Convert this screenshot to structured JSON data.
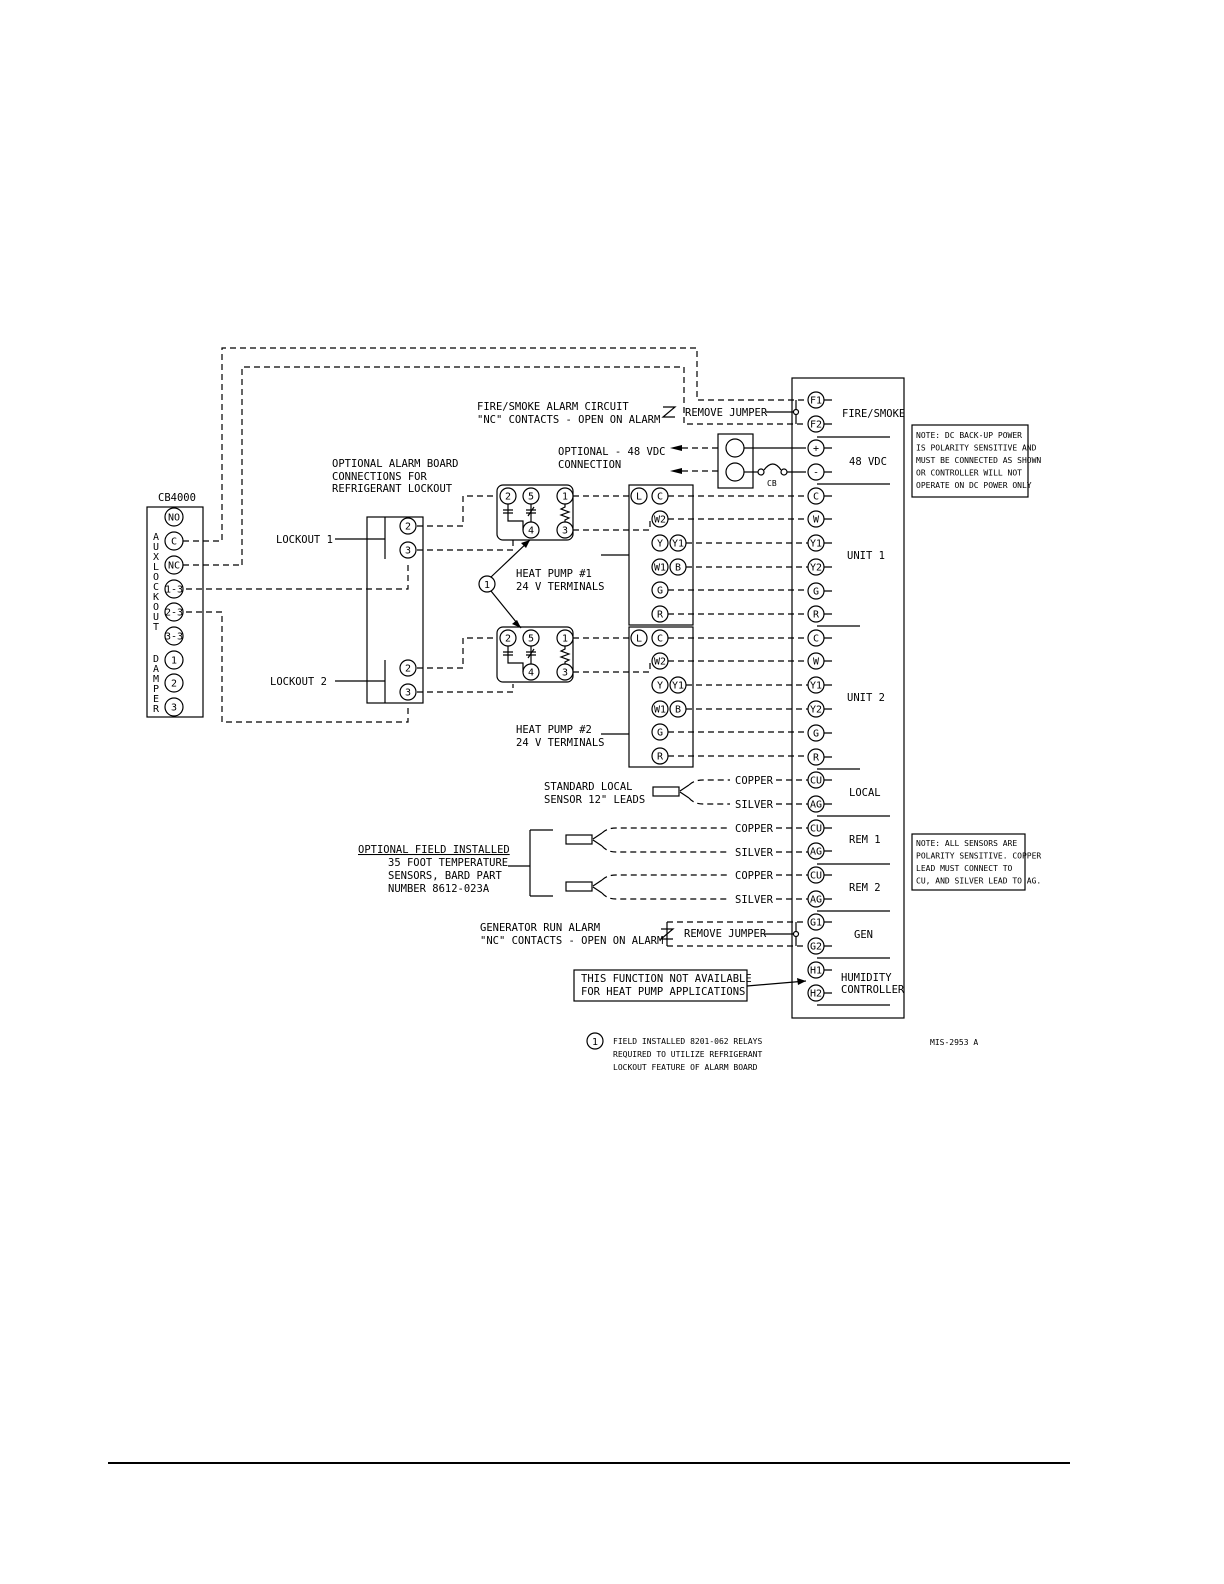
{
  "labels": {
    "fire_smoke_circuit_1": "FIRE/SMOKE ALARM CIRCUIT",
    "fire_smoke_circuit_2": "\"NC\" CONTACTS - OPEN ON ALARM",
    "remove_jumper": "REMOVE JUMPER",
    "opt48_1": "OPTIONAL - 48 VDC",
    "opt48_2": "CONNECTION",
    "cb": "CB",
    "alarm_board_1": "OPTIONAL ALARM BOARD",
    "alarm_board_2": "CONNECTIONS FOR",
    "alarm_board_3": "REFRIGERANT LOCKOUT",
    "cb4000": "CB4000",
    "lockout1": "LOCKOUT 1",
    "lockout2": "LOCKOUT 2",
    "hp1_1": "HEAT PUMP #1",
    "hp1_2": "24 V TERMINALS",
    "hp2_1": "HEAT PUMP #2",
    "hp2_2": "24 V TERMINALS",
    "std_sensor_1": "STANDARD LOCAL",
    "std_sensor_2": "SENSOR 12\" LEADS",
    "field_1": "OPTIONAL FIELD INSTALLED",
    "field_2": "35 FOOT TEMPERATURE",
    "field_3": "SENSORS, BARD PART",
    "field_4": "NUMBER 8612-023A",
    "copper": "COPPER",
    "silver": "SILVER",
    "gen_alarm_1": "GENERATOR RUN ALARM",
    "gen_alarm_2": "\"NC\" CONTACTS - OPEN ON ALARM",
    "not_avail_1": "THIS FUNCTION NOT AVAILABLE",
    "not_avail_2": "FOR HEAT PUMP APPLICATIONS",
    "relay_note_1": "FIELD INSTALLED 8201-062 RELAYS",
    "relay_note_2": "REQUIRED TO UTILIZE REFRIGERANT",
    "relay_note_3": "LOCKOUT FEATURE OF ALARM BOARD",
    "relay_marker": "1",
    "drawing_no": "MIS-2953 A"
  },
  "sections": {
    "fire_smoke": "FIRE/SMOKE",
    "vdc48": "48 VDC",
    "unit1": "UNIT 1",
    "unit2": "UNIT 2",
    "local": "LOCAL",
    "rem1": "REM 1",
    "rem2": "REM 2",
    "gen": "GEN",
    "humidity_1": "HUMIDITY",
    "humidity_2": "CONTROLLER"
  },
  "notes": {
    "dc_backup": [
      "NOTE:  DC BACK-UP POWER",
      "IS POLARITY SENSITIVE AND",
      "MUST BE CONNECTED AS SHOWN",
      "OR CONTROLLER WILL NOT",
      "OPERATE ON DC POWER ONLY"
    ],
    "sensors": [
      "NOTE:  ALL SENSORS ARE",
      "POLARITY SENSITIVE. COPPER",
      "LEAD MUST CONNECT TO",
      "CU, AND SILVER LEAD TO AG."
    ]
  },
  "main_terminals": [
    "F1",
    "F2",
    "+",
    "-",
    "C",
    "W",
    "Y1",
    "Y2",
    "G",
    "R",
    "C",
    "W",
    "Y1",
    "Y2",
    "G",
    "R",
    "CU",
    "AG",
    "CU",
    "AG",
    "CU",
    "AG",
    "G1",
    "G2",
    "H1",
    "H2"
  ],
  "hp_terminals": [
    "L",
    "C",
    "W2",
    "Y",
    "Y1",
    "W1",
    "B",
    "G",
    "R"
  ],
  "relay_terminals": [
    "2",
    "5",
    "1",
    "4",
    "3"
  ],
  "lockout_terminals": [
    "2",
    "3"
  ],
  "cb4000": {
    "terminals": [
      "NO",
      "C",
      "NC",
      "1-3",
      "2-3",
      "3-3",
      "1",
      "2",
      "3"
    ],
    "aux_lockout_letters": [
      "A",
      "U",
      "X",
      "L",
      "O",
      "C",
      "K",
      "O",
      "U",
      "T"
    ],
    "damper_letters": [
      "D",
      "A",
      "M",
      "P",
      "E",
      "R"
    ]
  }
}
